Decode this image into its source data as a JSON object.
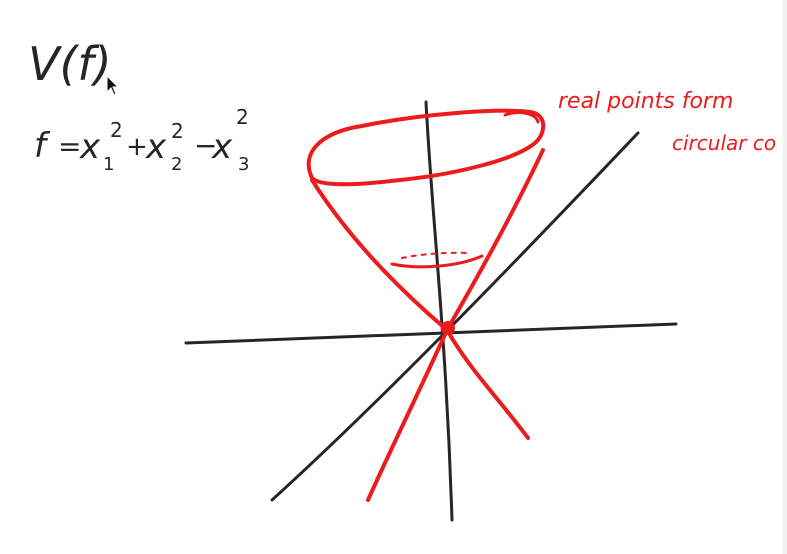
{
  "title": {
    "text": "V(f)"
  },
  "equation": {
    "lhs": "f",
    "equals": "=",
    "term1": "x",
    "sub1": "1",
    "sup1": "2",
    "plus": "+",
    "term2": "x",
    "sub2": "2",
    "sup2": "2",
    "minus": "−",
    "term3": "x",
    "sub3": "3",
    "sup3": "2"
  },
  "annotation": {
    "line1": "real points form",
    "line2": "circular co"
  },
  "colors": {
    "ink": "#262626",
    "accent": "#ec1c1c",
    "background": "#ffffff"
  },
  "icons": {
    "cursor": "mouse-pointer-icon"
  }
}
